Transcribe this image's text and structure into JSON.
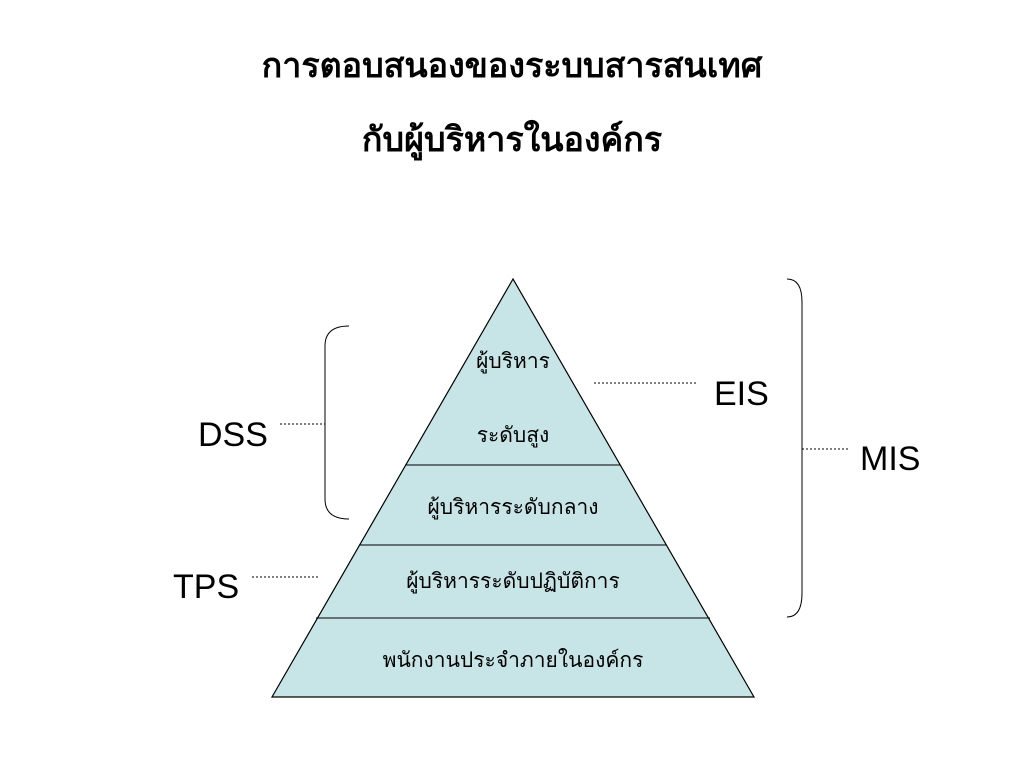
{
  "title": {
    "line1": "การตอบสนองของระบบสารสนเทศ",
    "line2": "กับผู้บริหารในองค์กร"
  },
  "pyramid": {
    "fill_color": "#c7e4e6",
    "levels": [
      {
        "line1": "ผู้บริหาร",
        "line2": "ระดับสูง"
      },
      {
        "line1": "ผู้บริหารระดับกลาง"
      },
      {
        "line1": "ผู้บริหารระดับปฏิบัติการ"
      },
      {
        "line1": "พนักงานประจำภายในองค์กร"
      }
    ]
  },
  "systems": {
    "eis": "EIS",
    "dss": "DSS",
    "mis": "MIS",
    "tps": "TPS"
  }
}
